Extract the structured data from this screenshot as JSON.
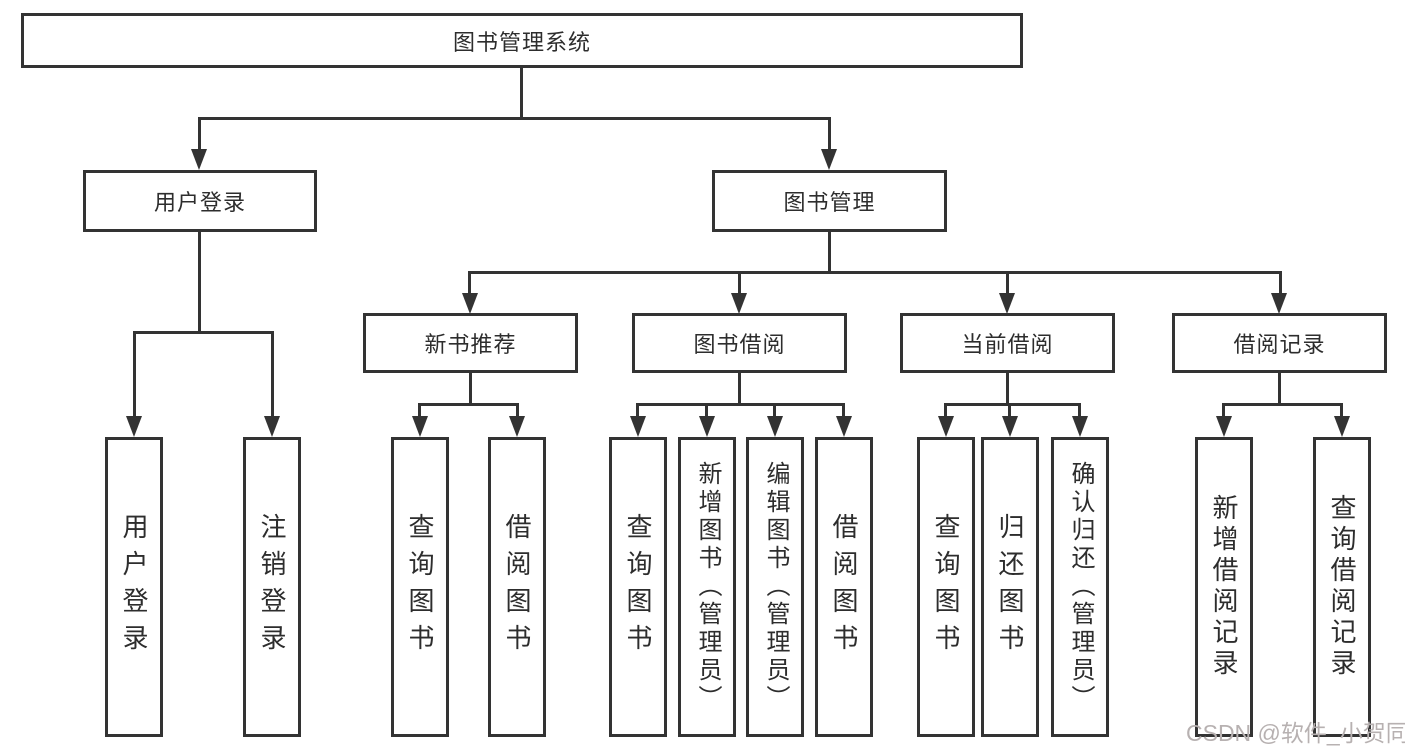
{
  "diagram": {
    "root": {
      "label": "图书管理系统"
    },
    "branches": [
      {
        "label": "用户登录",
        "children": [
          {
            "label": "用户登录"
          },
          {
            "label": "注销登录"
          }
        ]
      },
      {
        "label": "图书管理",
        "children": [
          {
            "label": "新书推荐",
            "children": [
              {
                "label": "查询图书"
              },
              {
                "label": "借阅图书"
              }
            ]
          },
          {
            "label": "图书借阅",
            "children": [
              {
                "label": "查询图书"
              },
              {
                "label": "新增图书（管理员）"
              },
              {
                "label": "编辑图书（管理员）"
              },
              {
                "label": "借阅图书"
              }
            ]
          },
          {
            "label": "当前借阅",
            "children": [
              {
                "label": "查询图书"
              },
              {
                "label": "归还图书"
              },
              {
                "label": "确认归还（管理员）"
              }
            ]
          },
          {
            "label": "借阅记录",
            "children": [
              {
                "label": "新增借阅记录"
              },
              {
                "label": "查询借阅记录"
              }
            ]
          }
        ]
      }
    ]
  },
  "watermark": {
    "text": "CSDN @软件_小贺同学",
    "color": "#b7b1b1"
  },
  "colors": {
    "line": "#333333",
    "box_border": "#333333",
    "box_background": "#ffffff",
    "text": "#2d2d2d",
    "page_background": "#ffffff"
  }
}
